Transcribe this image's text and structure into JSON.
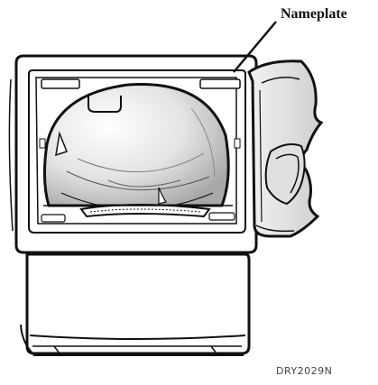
{
  "diagram": {
    "callout": {
      "label": "Nameplate"
    },
    "figure_code": "DRY2029N",
    "colors": {
      "outline": "#111111",
      "glass_light": "#ffffff",
      "glass_dark": "#bdbdbd",
      "label": "#111111"
    },
    "icons": {
      "appliance": "clothes-dryer-front-view",
      "door": "open-dryer-door"
    }
  }
}
